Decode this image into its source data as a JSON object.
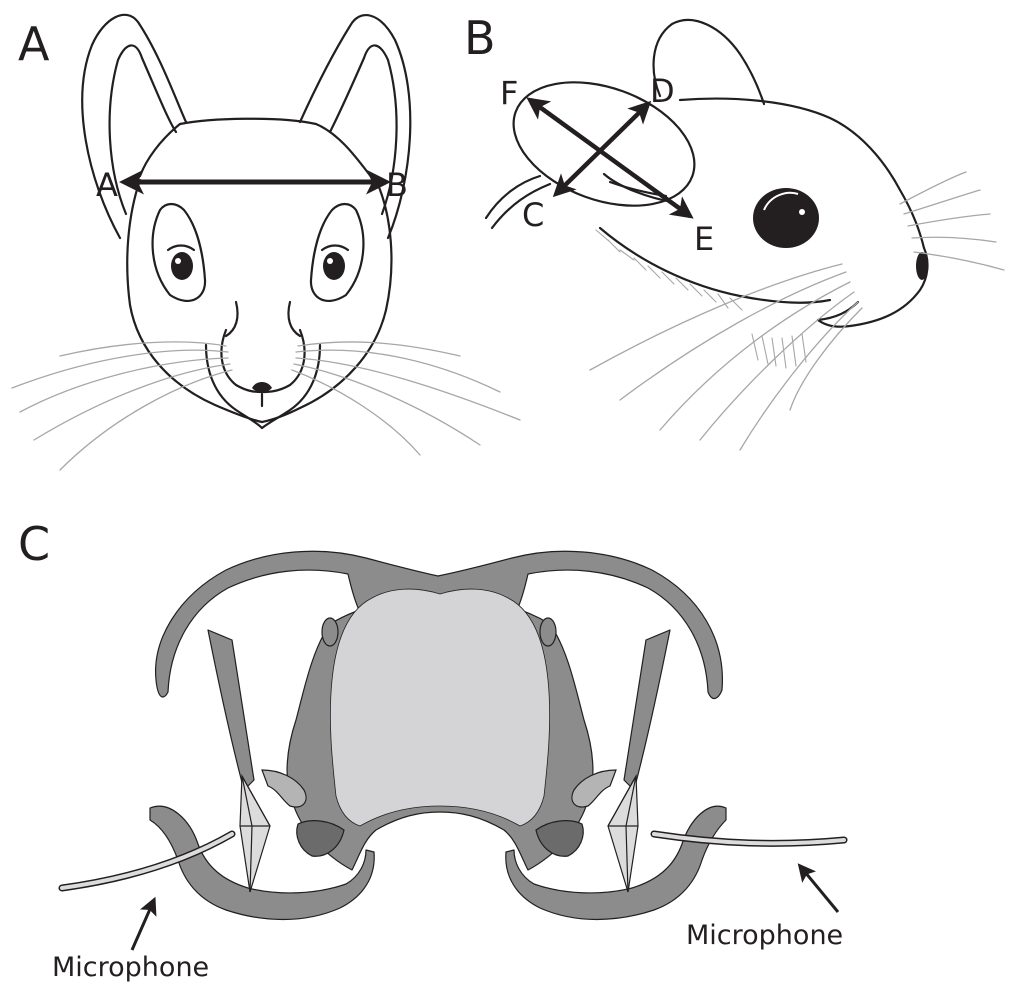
{
  "panels": {
    "a": {
      "label": "A",
      "point_left": "A",
      "point_right": "B"
    },
    "b": {
      "label": "B",
      "points": {
        "c": "C",
        "d": "D",
        "e": "E",
        "f": "F"
      }
    },
    "c": {
      "label": "C",
      "mic_left": "Microphone",
      "mic_right": "Microphone"
    }
  },
  "colors": {
    "line": "#231f20",
    "skull": "#8c8c8c",
    "cavity": "#d4d4d6",
    "cup": "#dcdcdc",
    "whisker": "#a7a7a7"
  }
}
